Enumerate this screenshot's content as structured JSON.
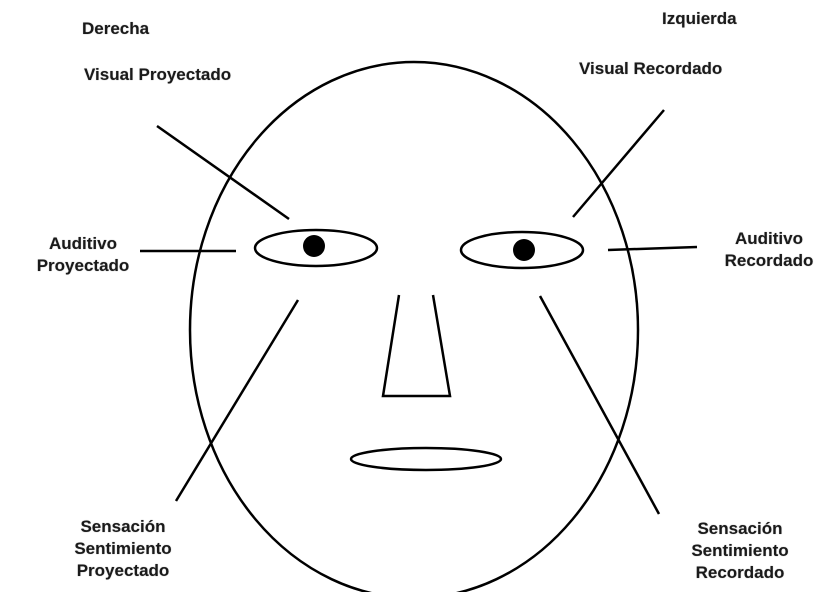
{
  "labels": {
    "right_side": "Derecha",
    "left_side": "Izquierda",
    "visual_projected": "Visual Proyectado",
    "visual_remembered": "Visual Recordado",
    "auditory_projected": [
      "Auditivo",
      "Proyectado"
    ],
    "auditory_remembered": [
      "Auditivo",
      "Recordado"
    ],
    "feeling_projected": [
      "Sensación",
      "Sentimiento",
      "Proyectado"
    ],
    "feeling_remembered": [
      "Sensación",
      "Sentimiento",
      "Recordado"
    ]
  },
  "colors": {
    "stroke": "#000000",
    "text": "#1a1a1a",
    "background": "#ffffff"
  }
}
